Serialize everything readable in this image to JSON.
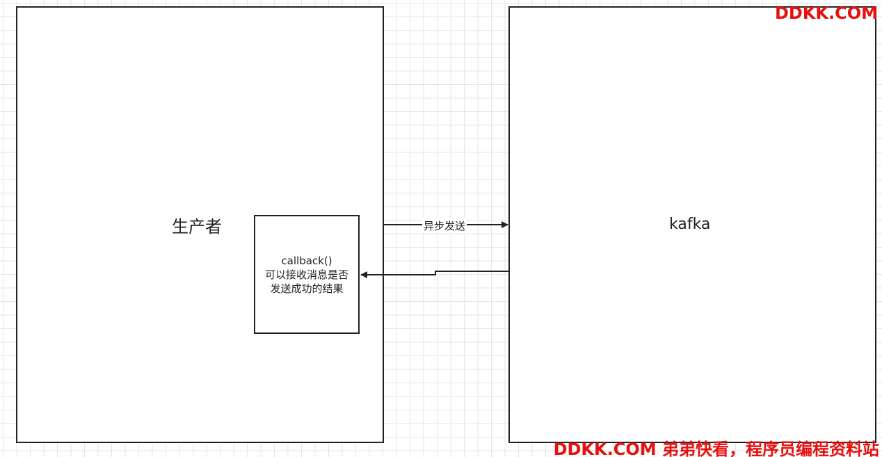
{
  "nodes": {
    "producer": "生产者",
    "kafka": "kafka",
    "callback": {
      "line1": "callback()",
      "line2": "可以接收消息是否发送成功的结果"
    }
  },
  "edges": {
    "async_send": "异步发送"
  },
  "watermark": {
    "top": "DDKK.COM",
    "bottom": "DDKK.COM 弟弟快看，程序员编程资料站"
  },
  "colors": {
    "watermark": "#e8100f",
    "stroke": "#222222",
    "grid": "#e6e6e6"
  }
}
